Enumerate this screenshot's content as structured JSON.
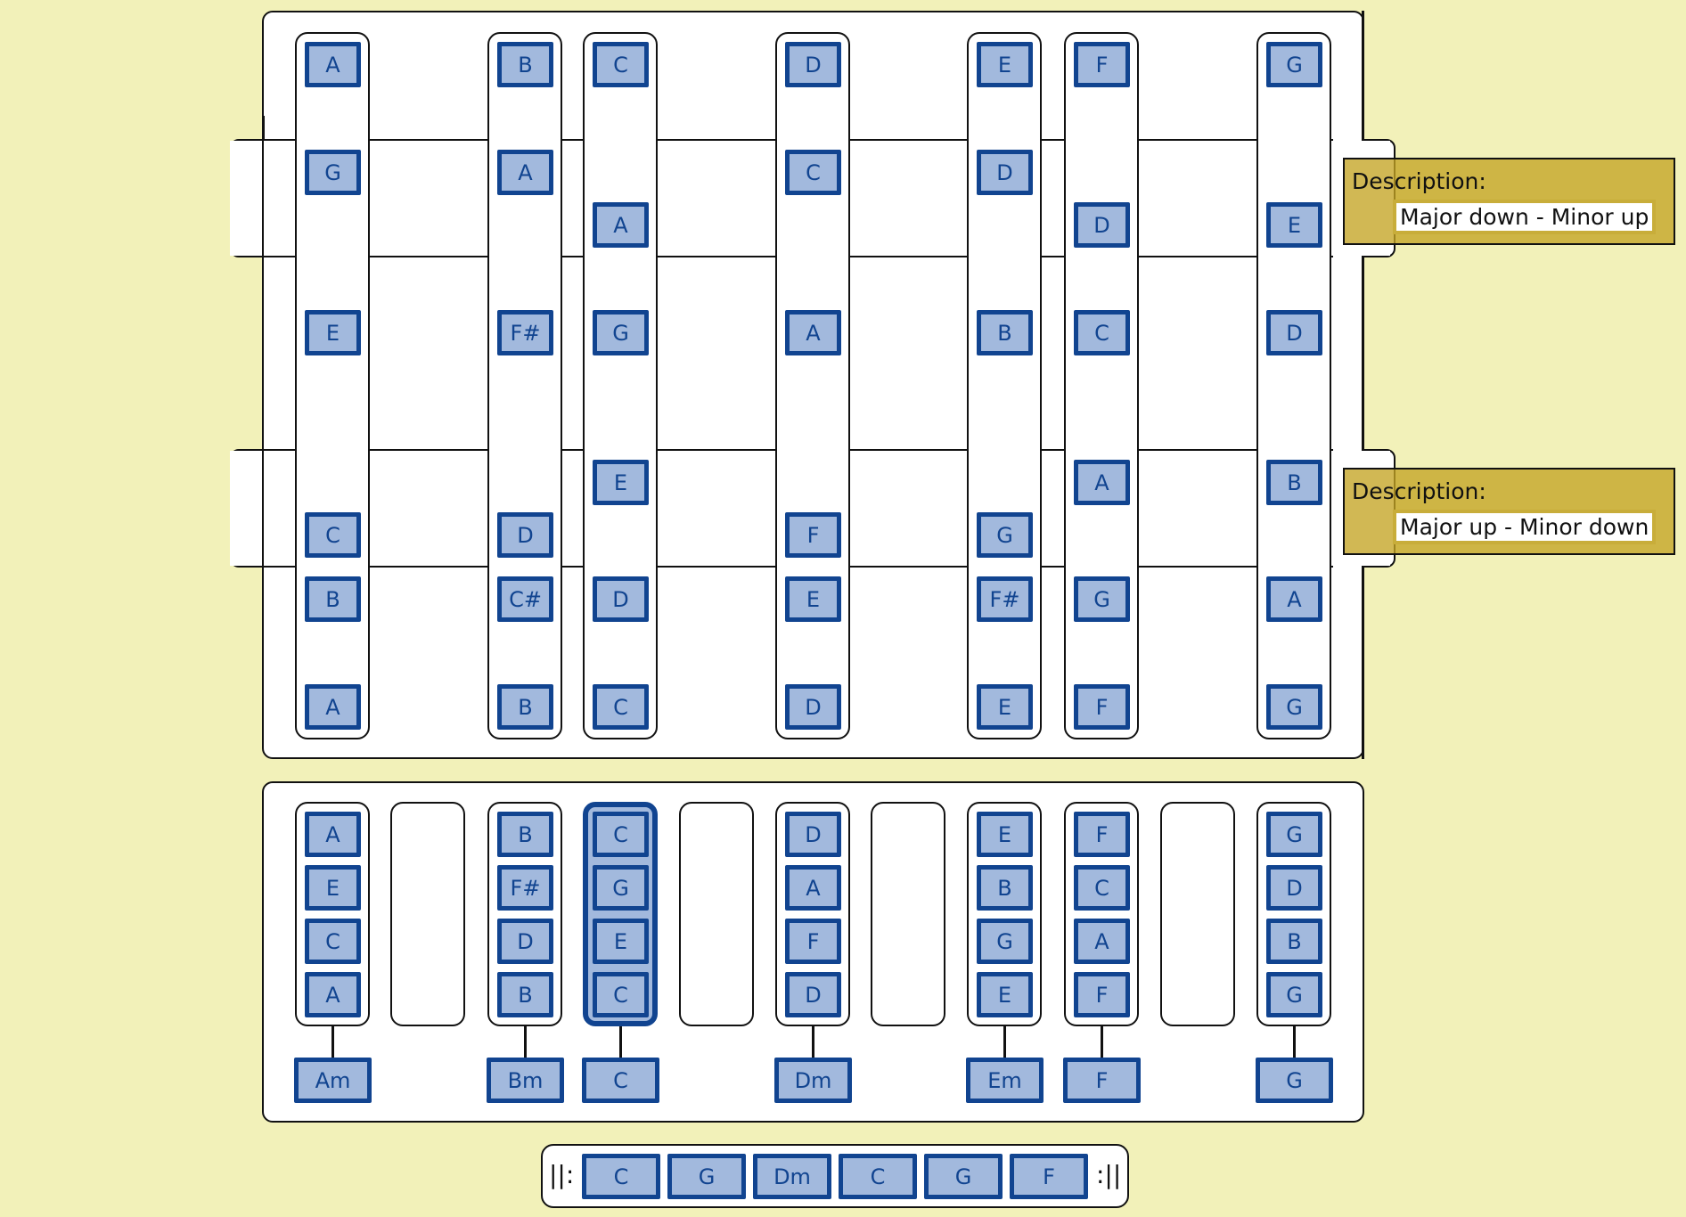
{
  "colors": {
    "background": "#f2f1b9",
    "note_fill": "#a2b9dd",
    "note_border": "#114490",
    "desc_fill": "#c4a424"
  },
  "top_columns": [
    {
      "notes": [
        {
          "n": "A",
          "r": 0
        },
        {
          "n": "G",
          "r": 1
        },
        {
          "n": "E",
          "r": 3
        },
        {
          "n": "C",
          "r": 5
        },
        {
          "n": "B",
          "r": 6
        },
        {
          "n": "A",
          "r": 7
        }
      ]
    },
    {
      "notes": [
        {
          "n": "B",
          "r": 0
        },
        {
          "n": "A",
          "r": 1
        },
        {
          "n": "F#",
          "r": 3
        },
        {
          "n": "D",
          "r": 5
        },
        {
          "n": "C#",
          "r": 6
        },
        {
          "n": "B",
          "r": 7
        }
      ]
    },
    {
      "notes": [
        {
          "n": "C",
          "r": 0
        },
        {
          "n": "A",
          "r": 2
        },
        {
          "n": "G",
          "r": 3
        },
        {
          "n": "E",
          "r": 4
        },
        {
          "n": "D",
          "r": 6
        },
        {
          "n": "C",
          "r": 7
        }
      ]
    },
    {
      "notes": [
        {
          "n": "D",
          "r": 0
        },
        {
          "n": "C",
          "r": 1
        },
        {
          "n": "A",
          "r": 3
        },
        {
          "n": "F",
          "r": 5
        },
        {
          "n": "E",
          "r": 6
        },
        {
          "n": "D",
          "r": 7
        }
      ]
    },
    {
      "notes": [
        {
          "n": "E",
          "r": 0
        },
        {
          "n": "D",
          "r": 1
        },
        {
          "n": "B",
          "r": 3
        },
        {
          "n": "G",
          "r": 5
        },
        {
          "n": "F#",
          "r": 6
        },
        {
          "n": "E",
          "r": 7
        }
      ]
    },
    {
      "notes": [
        {
          "n": "F",
          "r": 0
        },
        {
          "n": "D",
          "r": 2
        },
        {
          "n": "C",
          "r": 3
        },
        {
          "n": "A",
          "r": 4
        },
        {
          "n": "G",
          "r": 6
        },
        {
          "n": "F",
          "r": 7
        }
      ]
    },
    {
      "notes": [
        {
          "n": "G",
          "r": 0
        },
        {
          "n": "E",
          "r": 2
        },
        {
          "n": "D",
          "r": 3
        },
        {
          "n": "B",
          "r": 4
        },
        {
          "n": "A",
          "r": 6
        },
        {
          "n": "G",
          "r": 7
        }
      ]
    }
  ],
  "descriptions": [
    {
      "label": "Description:",
      "value": "Major down - Minor up"
    },
    {
      "label": "Description:",
      "value": "Major up - Minor down"
    }
  ],
  "chord_slots": [
    {
      "notes": [
        "A",
        "E",
        "C",
        "A"
      ],
      "chord": "Am",
      "selected": false
    },
    {
      "notes": [],
      "chord": null,
      "selected": false
    },
    {
      "notes": [
        "B",
        "F#",
        "D",
        "B"
      ],
      "chord": "Bm",
      "selected": false
    },
    {
      "notes": [
        "C",
        "G",
        "E",
        "C"
      ],
      "chord": "C",
      "selected": true
    },
    {
      "notes": [],
      "chord": null,
      "selected": false
    },
    {
      "notes": [
        "D",
        "A",
        "F",
        "D"
      ],
      "chord": "Dm",
      "selected": false
    },
    {
      "notes": [],
      "chord": null,
      "selected": false
    },
    {
      "notes": [
        "E",
        "B",
        "G",
        "E"
      ],
      "chord": "Em",
      "selected": false
    },
    {
      "notes": [
        "F",
        "C",
        "A",
        "F"
      ],
      "chord": "F",
      "selected": false
    },
    {
      "notes": [],
      "chord": null,
      "selected": false
    },
    {
      "notes": [
        "G",
        "D",
        "B",
        "G"
      ],
      "chord": "G",
      "selected": false
    }
  ],
  "progression": {
    "repeat_start": "||:",
    "repeat_end": ":||",
    "chords": [
      "C",
      "G",
      "Dm",
      "C",
      "G",
      "F"
    ]
  }
}
